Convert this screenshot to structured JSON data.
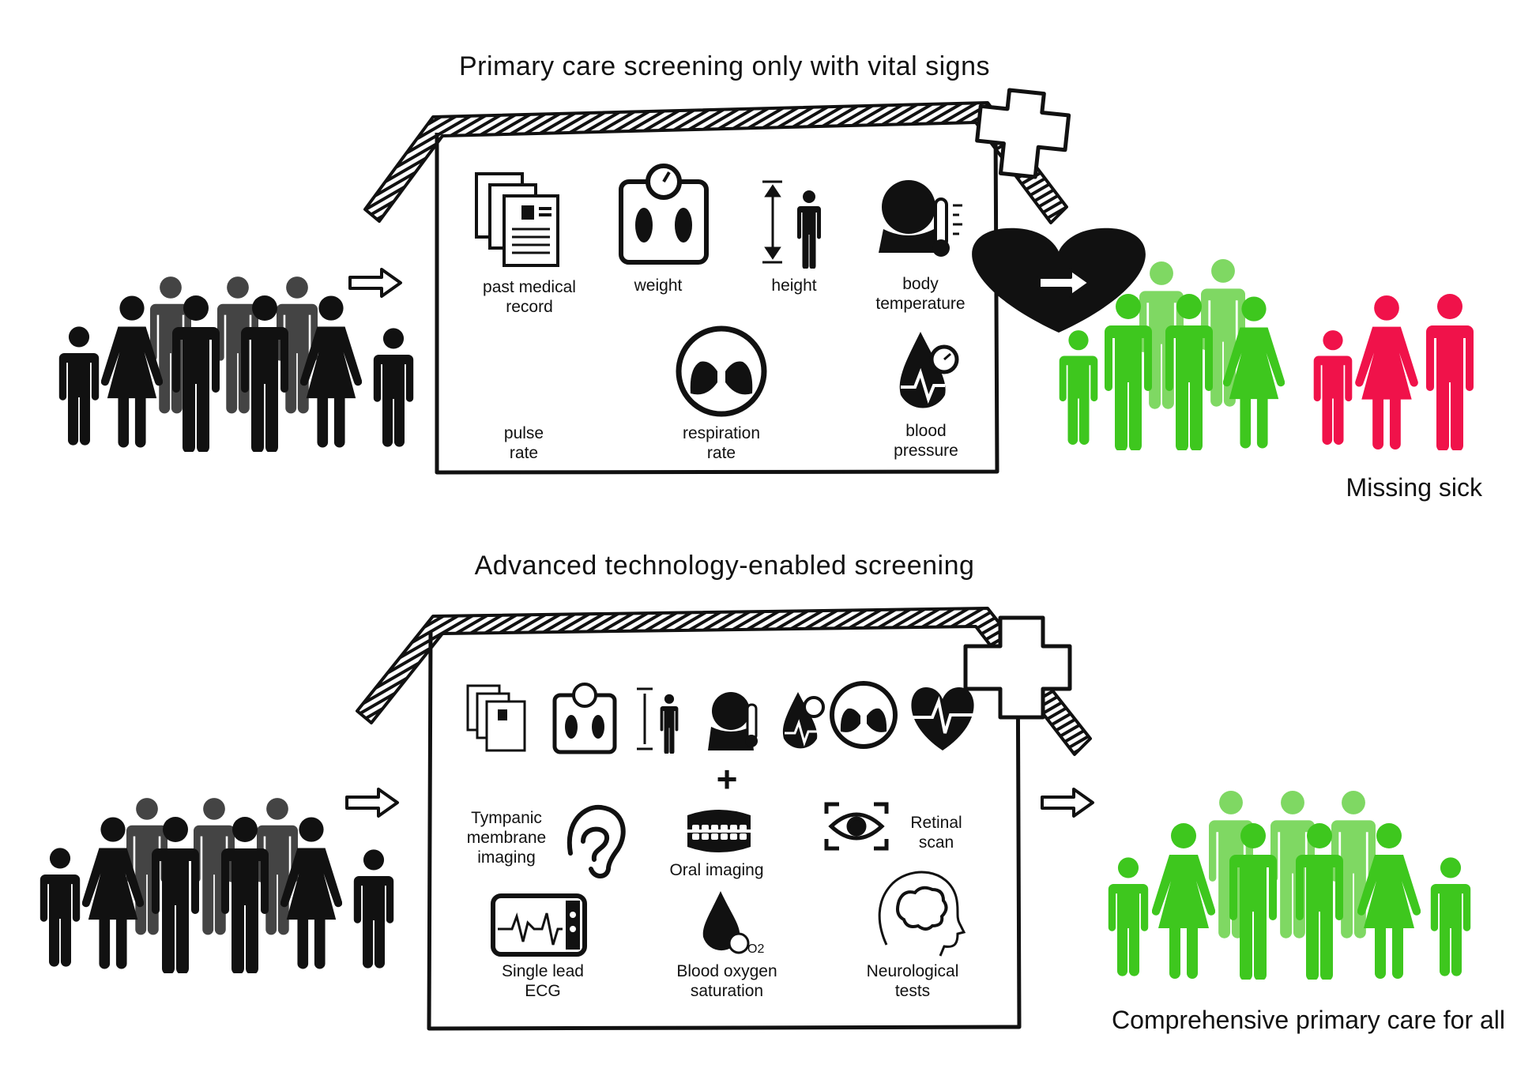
{
  "colors": {
    "ink": "#111111",
    "grey": "#444444",
    "green": "#3ec71e",
    "green_light": "#7fd863",
    "red": "#f0124a"
  },
  "top": {
    "title": "Primary care screening only with vital signs",
    "labels": {
      "pmr1": "past medical",
      "pmr2": "record",
      "weight": "weight",
      "height": "height",
      "temp1": "body",
      "temp2": "temperature",
      "pulse1": "pulse",
      "pulse2": "rate",
      "resp1": "respiration",
      "resp2": "rate",
      "bp1": "blood",
      "bp2": "pressure"
    },
    "outcome": "Missing sick",
    "icons": [
      "medical-record-icon",
      "weighing-scale-icon",
      "height-measure-icon",
      "thermometer-person-icon",
      "heart-pulse-icon",
      "lungs-icon",
      "blood-pressure-icon"
    ]
  },
  "bottom": {
    "title": "Advanced technology-enabled screening",
    "plus": "+",
    "labels": {
      "tymp1": "Tympanic",
      "tymp2": "membrane",
      "tymp3": "imaging",
      "oral": "Oral imaging",
      "retina1": "Retinal",
      "retina2": "scan",
      "ecg1": "Single lead",
      "ecg2": "ECG",
      "spo1": "Blood oxygen",
      "spo2": "saturation",
      "neuro1": "Neurological",
      "neuro2": "tests",
      "o2": "O2"
    },
    "outcome": "Comprehensive primary care for all",
    "icons": [
      "ear-icon",
      "teeth-icon",
      "eye-scan-icon",
      "ecg-monitor-icon",
      "oxygen-drop-icon",
      "brain-head-icon"
    ]
  }
}
